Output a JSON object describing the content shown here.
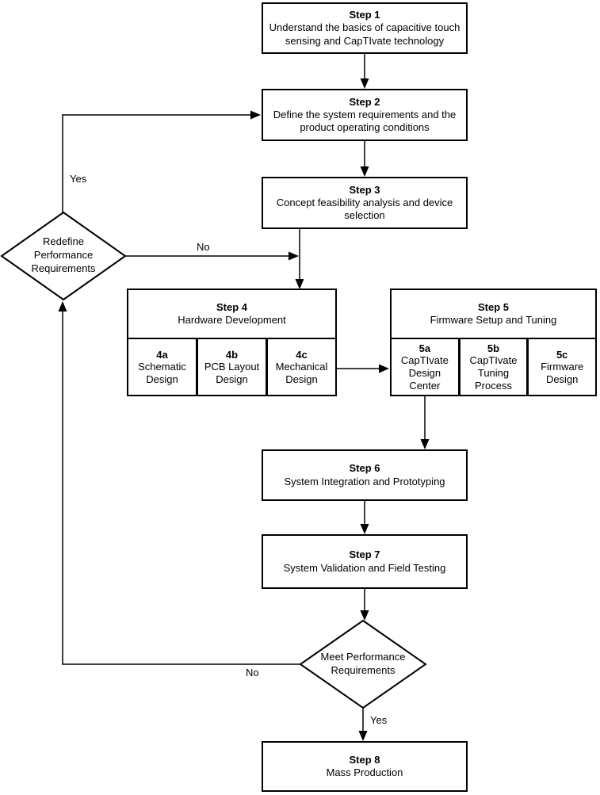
{
  "diagram": {
    "steps": [
      {
        "title": "Step 1",
        "body": "Understand the basics of capacitive touch sensing and CapTIvate technology"
      },
      {
        "title": "Step 2",
        "body": "Define the system requirements and the product operating conditions"
      },
      {
        "title": "Step 3",
        "body": "Concept feasibility analysis and device selection"
      },
      {
        "title": "Step 4",
        "body": "Hardware Development",
        "substeps": [
          {
            "id": "4a",
            "label": "Schematic Design"
          },
          {
            "id": "4b",
            "label": "PCB Layout Design"
          },
          {
            "id": "4c",
            "label": "Mechanical Design"
          }
        ]
      },
      {
        "title": "Step 5",
        "body": "Firmware Setup and Tuning",
        "substeps": [
          {
            "id": "5a",
            "label": "CapTIvate Design Center"
          },
          {
            "id": "5b",
            "label": "CapTIvate Tuning Process"
          },
          {
            "id": "5c",
            "label": "Firmware Design"
          }
        ]
      },
      {
        "title": "Step 6",
        "body": "System Integration and Prototyping"
      },
      {
        "title": "Step 7",
        "body": "System Validation and Field Testing"
      },
      {
        "title": "Step 8",
        "body": "Mass Production"
      }
    ],
    "decisions": [
      {
        "label": "Redefine Performance Requirements"
      },
      {
        "label": "Meet Performance Requirements"
      }
    ],
    "edge_labels": {
      "redefine_to_step2": "Yes",
      "redefine_to_step4": "No",
      "meet_to_redefine": "No",
      "meet_to_step8": "Yes"
    },
    "colors": {
      "line": "#000000",
      "box_border": "#000000",
      "box_bg": "#ffffff",
      "page_bg": "#ffffff",
      "text": "#000000"
    }
  }
}
